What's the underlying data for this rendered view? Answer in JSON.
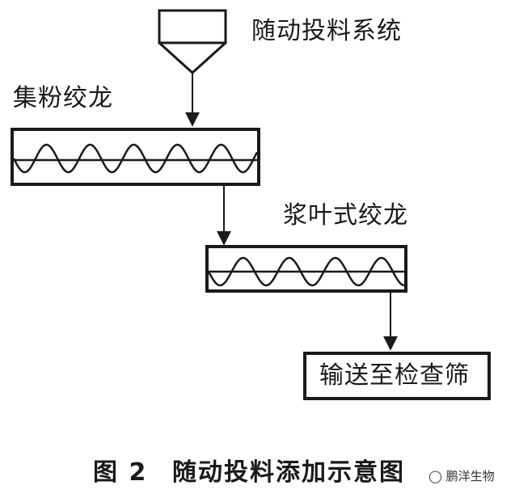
{
  "labels": {
    "feeder": "随动投料系统",
    "collector_screw": "集粉绞龙",
    "paddle_screw": "浆叶式绞龙",
    "destination": "输送至检查筛"
  },
  "caption": {
    "figure_no": "图 2",
    "title": "随动投料添加示意图"
  },
  "watermark": "鹏洋生物",
  "colors": {
    "ink": "#1a1a1a",
    "background": "#ffffff"
  }
}
